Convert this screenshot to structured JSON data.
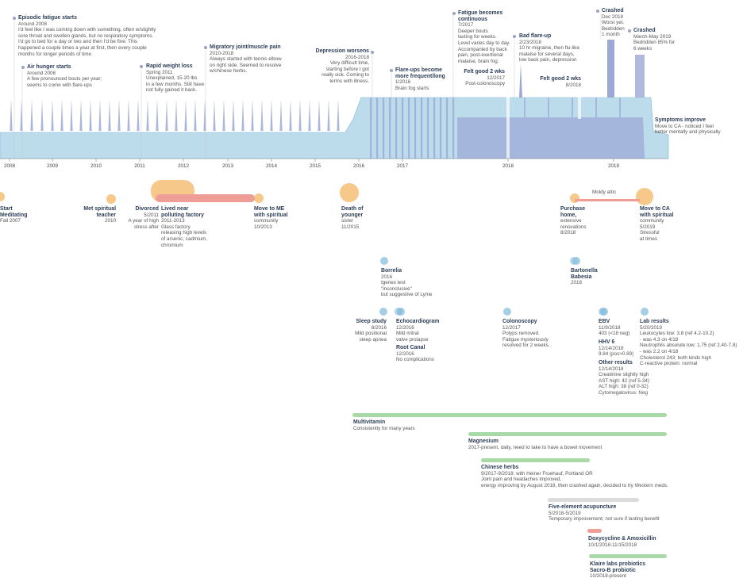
{
  "colors": {
    "area": "#bcdcec",
    "area_line": "#7fb4d8",
    "dark": "#9ca9d6",
    "orange": "#f6c98a",
    "red": "#ee9d97",
    "blue_dot": "#a6cfe6",
    "green": "#a9d9a7",
    "grey": "#dcdcdc"
  },
  "years": [
    "2008",
    "2009",
    "2010",
    "2011",
    "2012",
    "2013",
    "2014",
    "2015",
    "2016",
    "2017",
    "2018",
    "2019"
  ],
  "top_events": [
    {
      "id": "fatigue",
      "title": "Episodic fatigue starts",
      "lines": [
        "Around 2008",
        "I'd feel like I was coming down with something, often w/slightly",
        "sore throat and swollen glands, but no respiratory symptoms.",
        "I'd go to bed for a day or two and then I'd be fine. This",
        "happened a couple times a year at first, then every couple",
        "months for longer periods of time"
      ]
    },
    {
      "id": "airhunger",
      "title": "Air hunger starts",
      "lines": [
        "Around 2008",
        "A few pronounced bouts per year;",
        "seems to come with flare-ups"
      ]
    },
    {
      "id": "weight",
      "title": "Rapid weight loss",
      "lines": [
        "Spring 2011",
        "Unexplained, 15-20 lbs",
        "in a few months. Still have",
        "not fully gained it back."
      ]
    },
    {
      "id": "joint",
      "title": "Migratory joint/muscle pain",
      "lines": [
        "2010-2018",
        "Always started with tennis elbow",
        "on right side. Seemed to resolve",
        "w/chinese herbs."
      ]
    },
    {
      "id": "depression",
      "title": "Depression worsens",
      "lines": [
        "2016-2018",
        "Very difficult time,",
        "starting before I got",
        "really sick. Coming to",
        "terms with illness."
      ]
    },
    {
      "id": "flareups",
      "title": "Flare-ups become",
      "lines": [
        "more frequent/long",
        "1/2016",
        "Brain fog starts"
      ]
    },
    {
      "id": "continuous",
      "title": "Fatigue becomes",
      "lines": [
        "continuous",
        "7/2017",
        "Deeper bouts",
        "lasting for weeks.",
        "Level varies day to day.",
        "Accompanied by back",
        "pain, post-exertional",
        "malaise, brain fog."
      ]
    },
    {
      "id": "good1",
      "title": "Felt good 2 wks",
      "lines": [
        "12/2017",
        "Post-colonoscopy"
      ]
    },
    {
      "id": "badflare",
      "title": "Bad flare-up",
      "lines": [
        "2/23/2018",
        "10 hr migraine, then flu-like",
        "malaise for several days,",
        "low back pain, depression"
      ]
    },
    {
      "id": "good2",
      "title": "Felt good 2 wks",
      "lines": [
        "8/2018"
      ]
    },
    {
      "id": "crashed1",
      "title": "Crashed",
      "lines": [
        "Dec 2018",
        "Worst yet.",
        "Bedridden",
        "1 month"
      ]
    },
    {
      "id": "crashed2",
      "title": "Crashed",
      "lines": [
        "March-May 2019",
        "Bedridden 85% for",
        "6 weeks"
      ]
    },
    {
      "id": "improve",
      "title": "Symptoms improve",
      "lines": [
        "Move to CA - noticed I feel",
        "better mentally and physically"
      ]
    }
  ],
  "life_events": [
    {
      "id": "meditating",
      "title": "Start",
      "lines": [
        "Meditating",
        "Fall 2007"
      ]
    },
    {
      "id": "teacher",
      "title": "Met spiritual",
      "lines": [
        "teacher",
        "2010"
      ]
    },
    {
      "id": "divorced",
      "title": "Divorced",
      "lines": [
        "5/2011",
        "A year of high",
        "stress after"
      ]
    },
    {
      "id": "factory",
      "title": "Lived near",
      "lines": [
        "polluting factory",
        "2011-2013",
        "Glass factory",
        "releasing high levels",
        "of arsenic, cadmium,",
        "chromium"
      ]
    },
    {
      "id": "moveme",
      "title": "Move to ME",
      "lines": [
        "with spiritual",
        "community",
        "10/2013"
      ]
    },
    {
      "id": "sister",
      "title": "Death of",
      "lines": [
        "younger",
        "sister",
        "11/2015"
      ]
    },
    {
      "id": "purchase",
      "title": "Purchase",
      "lines": [
        "home,",
        "extensive",
        "renovations",
        "8/2018"
      ]
    },
    {
      "id": "moldy",
      "title": "",
      "lines": [
        "Moldy attic"
      ]
    },
    {
      "id": "moveca",
      "title": "Move to CA",
      "lines": [
        "with spiritual",
        "community",
        "5/2019",
        "Stressful",
        "at times"
      ]
    }
  ],
  "diagnoses": [
    {
      "id": "borrelia",
      "title": "Borrelia",
      "lines": [
        "2016",
        "Igenex test",
        "\"inconclusive\"",
        "but suggestive of Lyme"
      ]
    },
    {
      "id": "bartonella",
      "title": "Bartonella",
      "lines": [
        "Babesia",
        "2018"
      ]
    },
    {
      "id": "sleep",
      "title": "Sleep study",
      "lines": [
        "8/2016",
        "Mild positional",
        "sleep apnea"
      ]
    },
    {
      "id": "echo",
      "title": "Echocardiogram",
      "lines": [
        "12/2016",
        "Mild mitral",
        "valve prolapse"
      ]
    },
    {
      "id": "canal",
      "title": "Root Canal",
      "lines": [
        "12/2016",
        "No complications"
      ]
    },
    {
      "id": "colonoscopy",
      "title": "Colonoscopy",
      "lines": [
        "12/2017",
        "Polyps removed.",
        "Fatigue mysteriously",
        "resolved for 2 weeks."
      ]
    },
    {
      "id": "ebv",
      "title": "EBV",
      "lines": [
        "11/9/2018",
        "403 (<18 neg)"
      ]
    },
    {
      "id": "hhv6",
      "title": "HHV 6",
      "lines": [
        "12/14/2018",
        "9.84 (pos>0.89)"
      ]
    },
    {
      "id": "other",
      "title": "Other results",
      "lines": [
        "12/14/2018",
        "Creatinine slightly high",
        "AST high: 42 (ref 5-34)",
        "ALT high: 38 (ref 0-32)",
        "Cytomegalovirus: Neg"
      ]
    },
    {
      "id": "labs",
      "title": "Lab results",
      "lines": [
        "5/20/2019",
        "Leukocytes low: 3.8 (ref 4.2-10.2)",
        "- was 4.3 on 4/18",
        "Neutrophils absolute low: 1.75 (ref 2.40-7.8)",
        "- was 2.2 on 4/18",
        "Cholesterol 243; both kinds high",
        "C-reactive protein: normal"
      ]
    }
  ],
  "treatments": [
    {
      "id": "multivitamin",
      "title": "Multivitamin",
      "lines": [
        "Consistently for many years"
      ]
    },
    {
      "id": "magnesium",
      "title": "Magnesium",
      "lines": [
        "2017-present, daily, need to take to have a bowel movement"
      ]
    },
    {
      "id": "herbs",
      "title": "Chinese herbs",
      "lines": [
        "9/2017-9/2018: with Heiner Fruehauf, Portland OR",
        "Joint pain and headaches improved,",
        "energy improving by August 2018, then crashed again, decided to try Western meds."
      ]
    },
    {
      "id": "acupuncture",
      "title": "Five-element acupuncture",
      "lines": [
        "5/2018-5/2019",
        "Temporary improvement; not sure if lasting benefit"
      ]
    },
    {
      "id": "doxy",
      "title": "Doxycycline & Amoxicillin",
      "lines": [
        "10/1/2018-11/15/2018"
      ]
    },
    {
      "id": "probiotics",
      "title": "Klaire labs probiotics",
      "lines": [
        "Sacro-B probiotic",
        "10/2018-present"
      ]
    }
  ]
}
